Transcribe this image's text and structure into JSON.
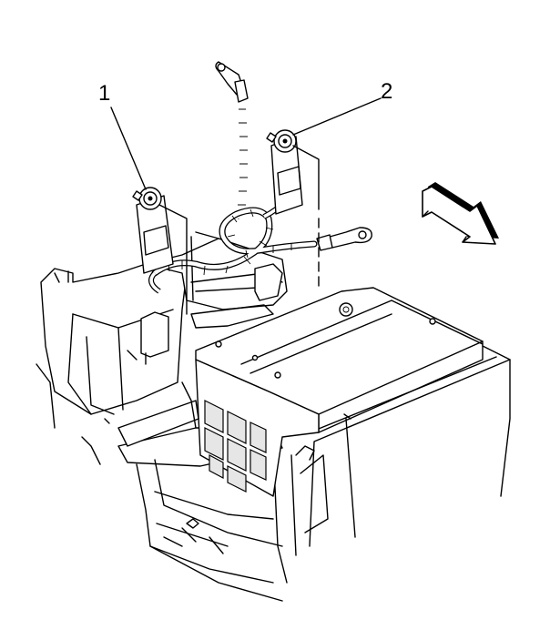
{
  "callouts": [
    {
      "id": "1",
      "label": "1"
    },
    {
      "id": "2",
      "label": "2"
    }
  ],
  "icons": {
    "direction": "front-arrow-icon"
  },
  "colors": {
    "ink": "#000000",
    "paper": "#ffffff"
  }
}
